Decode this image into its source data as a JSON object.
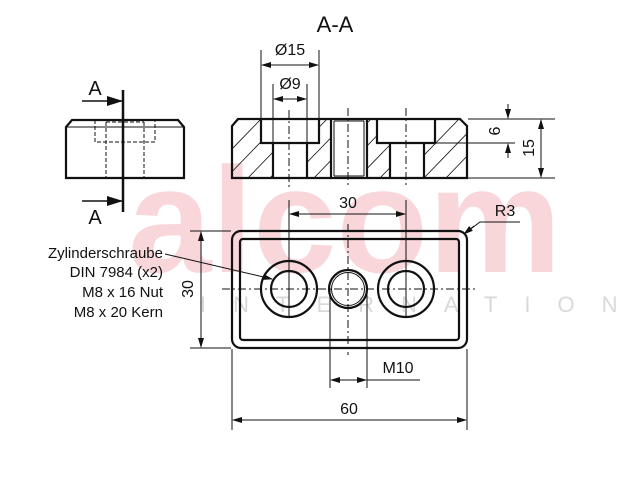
{
  "title": "A-A",
  "watermark": {
    "brand": "alcom",
    "sub": "INTERNATIONAL",
    "color": "#f8d6da",
    "sub_color": "#d9d9d9"
  },
  "section_marks": {
    "top": "A",
    "bottom": "A"
  },
  "dimensions": {
    "counterbore_diameter": "Ø15",
    "hole_diameter": "Ø9",
    "counterbore_depth": "6",
    "height": "15",
    "hole_spacing": "30",
    "radius": "R3",
    "width": "30",
    "thread": "M10",
    "length": "60"
  },
  "callout": {
    "lines": [
      "Zylinderschraube",
      "DIN 7984 (x2)",
      "M8 x 16 Nut",
      "M8 x 20 Kern"
    ]
  }
}
